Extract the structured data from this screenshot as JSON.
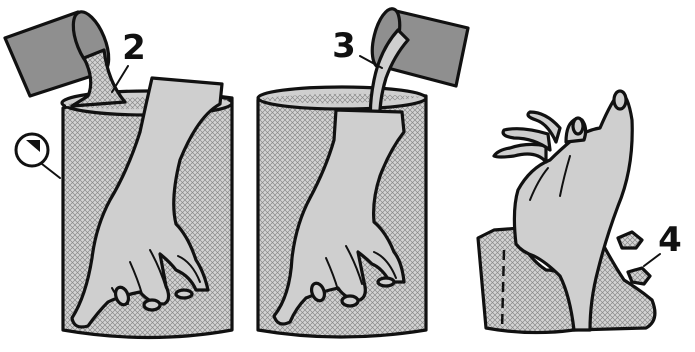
{
  "labels": {
    "step1": "",
    "step2": "2",
    "step3": "3",
    "step4": "4"
  },
  "colors": {
    "ink": "#111111",
    "skin": "#cfcfcf",
    "pail": "#8f8f8f",
    "plaster_bg": "#d4d4d4",
    "plaster_line": "#8a8a8a",
    "background": "#ffffff"
  }
}
